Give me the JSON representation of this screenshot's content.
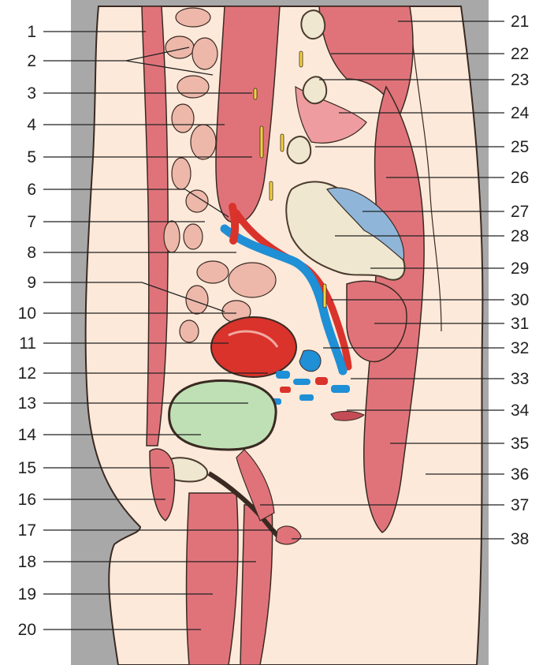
{
  "colors": {
    "background_gray": "#a8a8a8",
    "skin": "#fde9da",
    "muscle": "#e0737a",
    "muscle_light": "#ee9c9f",
    "muscle_dark": "#c44c56",
    "bone": "#efe7cf",
    "bone_outline": "#4a3b2e",
    "intestine": "#edb8aa",
    "artery": "#d9332c",
    "vein": "#1f8fd6",
    "vein_light": "#8fb6d9",
    "bladder": "#bfe0b4",
    "nerve": "#f4d23c",
    "outline": "#3a2a22"
  },
  "labels_left": [
    "1",
    "2",
    "3",
    "4",
    "5",
    "6",
    "7",
    "8",
    "9",
    "10",
    "11",
    "12",
    "13",
    "14",
    "15",
    "16",
    "17",
    "18",
    "19",
    "20"
  ],
  "labels_right": [
    "21",
    "22",
    "23",
    "24",
    "25",
    "26",
    "27",
    "28",
    "29",
    "30",
    "31",
    "32",
    "33",
    "34",
    "35",
    "36",
    "37",
    "38"
  ]
}
